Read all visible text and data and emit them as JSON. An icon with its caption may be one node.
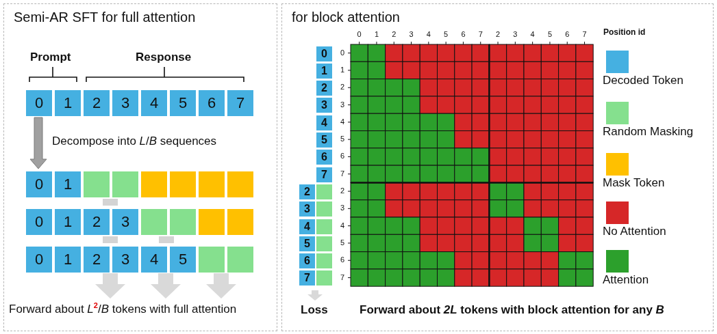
{
  "diagram": {
    "nodes": [
      {
        "text": [
          "Semi-AR SFT for full attention"
        ]
      },
      {
        "text": [
          "0"
        ],
        "in": 0
      },
      {
        "text": [
          "1"
        ],
        "in": 0
      },
      {
        "text": [
          "2"
        ],
        "in": 0
      },
      {
        "text": [
          "3"
        ],
        "in": 0
      },
      {
        "text": [
          "4"
        ],
        "in": 0
      },
      {
        "text": [
          "5"
        ],
        "in": 0
      },
      {
        "text": [
          "6"
        ],
        "in": 0
      },
      {
        "text": [
          "7"
        ],
        "in": 0
      },
      {
        "text": [
          "0"
        ],
        "in": 0
      },
      {
        "text": [
          "1"
        ],
        "in": 0
      },
      {
        "text": [],
        "shape": "box",
        "in": 0
      },
      {
        "text": [],
        "shape": "box",
        "in": 0
      },
      {
        "text": [],
        "shape": "box",
        "in": 0
      },
      {
        "text": [],
        "shape": "box",
        "in": 0
      },
      {
        "text": [],
        "shape": "box",
        "in": 0
      },
      {
        "text": [],
        "shape": "box",
        "in": 0
      },
      {
        "text": [
          "0"
        ],
        "in": 0
      },
      {
        "text": [
          "1"
        ],
        "in": 0
      },
      {
        "text": [
          "2"
        ],
        "in": 0
      },
      {
        "text": [
          "3"
        ],
        "in": 0
      },
      {
        "text": [],
        "shape": "box",
        "in": 0
      },
      {
        "text": [],
        "shape": "box",
        "in": 0
      },
      {
        "text": [],
        "shape": "box",
        "in": 0
      },
      {
        "text": [],
        "shape": "box",
        "in": 0
      },
      {
        "text": [
          "0"
        ],
        "in": 0
      },
      {
        "text": [
          "1"
        ],
        "in": 0
      },
      {
        "text": [
          "2"
        ],
        "in": 0
      },
      {
        "text": [
          "3"
        ],
        "in": 0
      },
      {
        "text": [
          "4"
        ],
        "in": 0
      },
      {
        "text": [
          "5"
        ],
        "in": 0
      },
      {
        "text": [],
        "shape": "box",
        "in": 0
      },
      {
        "text": [],
        "shape": "box",
        "in": 0
      },
      {
        "text": [
          "Forward about *L*$^{2}$/*B* tokens with full attention"
        ],
        "in": 0
      },
      {
        "text": [
          "for block attention"
        ]
      },
      {
        "text": [
          "0"
        ],
        "in": 34
      },
      {
        "text": [
          "1"
        ],
        "in": 34
      },
      {
        "text": [
          "2"
        ],
        "in": 34
      },
      {
        "text": [
          "3"
        ],
        "in": 34
      },
      {
        "text": [
          "4"
        ],
        "in": 34
      },
      {
        "text": [
          "5"
        ],
        "in": 34
      },
      {
        "text": [
          "6"
        ],
        "in": 34
      },
      {
        "text": [
          "7"
        ],
        "in": 34
      },
      {
        "text": [
          "2"
        ],
        "in": 34
      },
      {
        "text": [],
        "shape": "box",
        "in": 34
      },
      {
        "text": [
          "3"
        ],
        "in": 34
      },
      {
        "text": [],
        "shape": "box",
        "in": 34
      },
      {
        "text": [
          "4"
        ],
        "in": 34
      },
      {
        "text": [],
        "shape": "box",
        "in": 34
      },
      {
        "text": [
          "5"
        ],
        "in": 34
      },
      {
        "text": [],
        "shape": "box",
        "in": 34
      },
      {
        "text": [
          "6"
        ],
        "in": 34
      },
      {
        "text": [],
        "shape": "box",
        "in": 34
      },
      {
        "text": [
          "7"
        ],
        "in": 34
      },
      {
        "text": [],
        "shape": "box",
        "in": 34
      },
      {
        "text": [
          "Loss"
        ],
        "in": 34
      }
    ],
    "edges": [
      {
        "from": 1,
        "to": 9,
        "arrow": "to",
        "color": "#a0a0a0"
      },
      {
        "from": null,
        "to": 33,
        "arrow": "to"
      },
      {
        "from": null,
        "to": 33,
        "arrow": "to"
      },
      {
        "from": null,
        "to": 33,
        "arrow": "to"
      },
      {
        "from": null,
        "to": 55,
        "arrow": "to"
      }
    ],
    "labels": [
      "Prompt",
      "Response",
      "Decompose into *L*/*B* sequences",
      "0",
      "1",
      "2",
      "3",
      "4",
      "5",
      "6",
      "7",
      "2",
      "3",
      "4",
      "5",
      "6",
      "7",
      "Position id",
      "0",
      "1",
      "2",
      "3",
      "4",
      "5",
      "6",
      "7",
      "2",
      "3",
      "4",
      "5",
      "6",
      "7",
      "Forward about *2L* tokens with block attention for any *B*"
    ],
    "legend": [
      {
        "text": "Decoded Token",
        "color": "#45b0e1"
      },
      {
        "text": "Random Masking",
        "color": "#85e08e"
      },
      {
        "text": "Mask Token",
        "color": "#ffc000"
      },
      {
        "text": "No Attention",
        "color": "#d62728"
      },
      {
        "text": "Attention",
        "color": "#2ca02c"
      }
    ]
  }
}
